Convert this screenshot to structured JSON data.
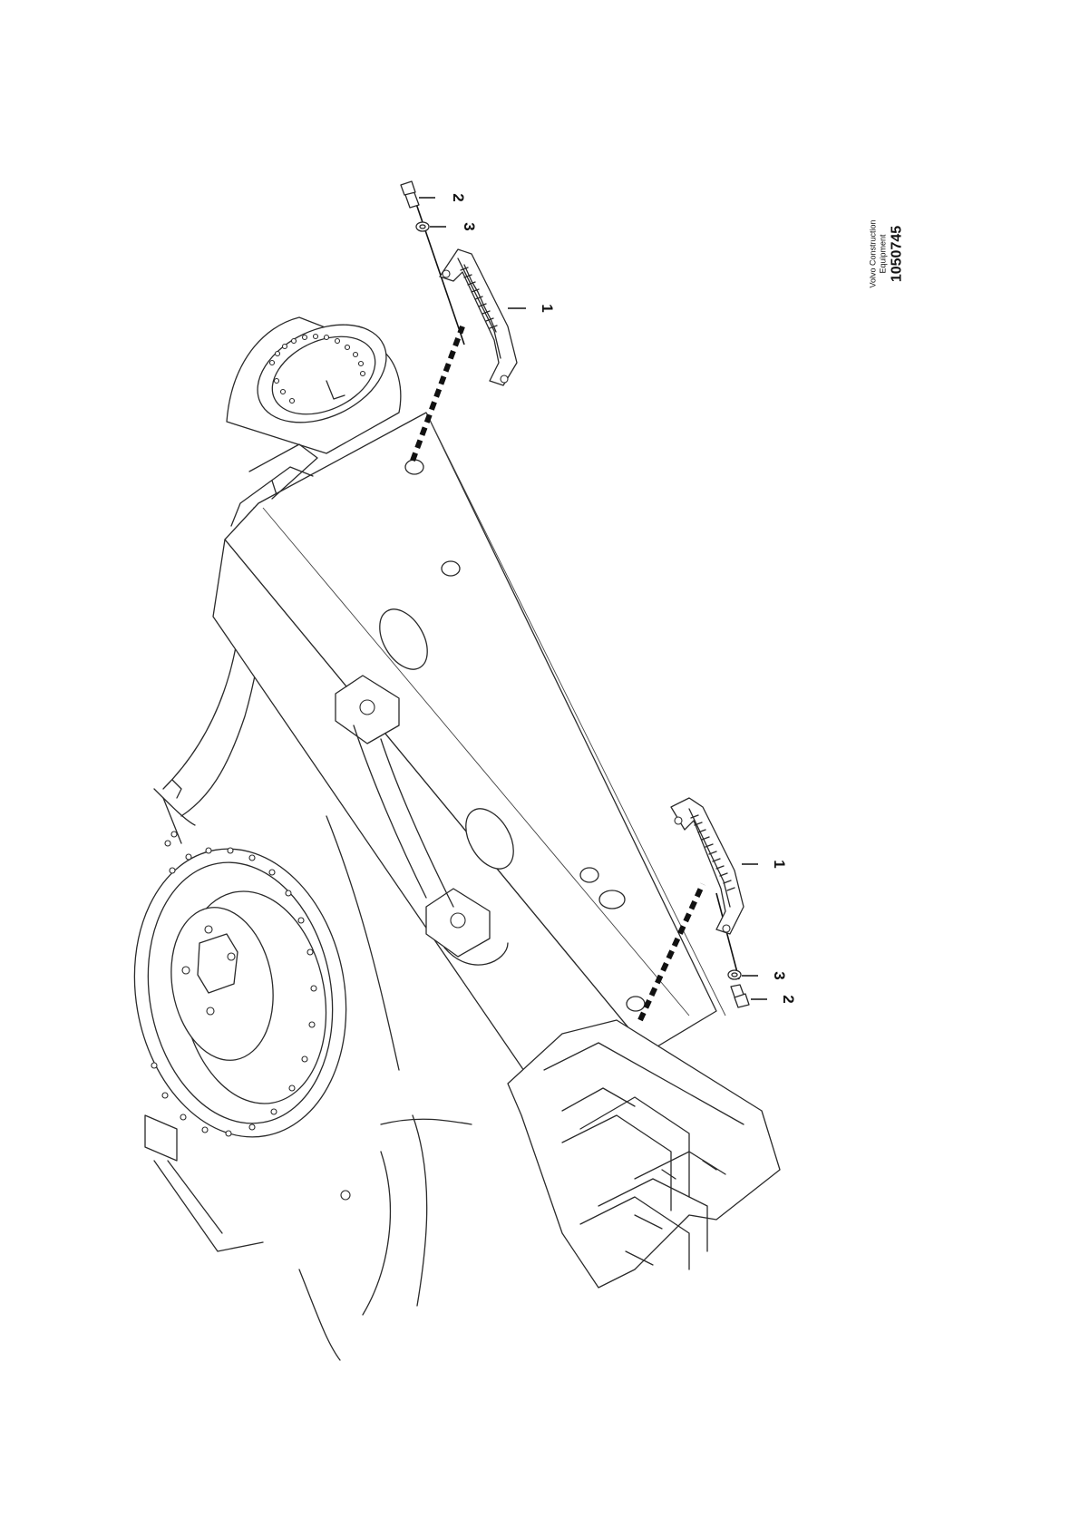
{
  "callouts": {
    "upper_step": "1",
    "upper_screw": "2",
    "upper_washer": "3",
    "lower_step": "1",
    "lower_screw": "2",
    "lower_washer": "3"
  },
  "title_block": {
    "company_line1": "Volvo Construction",
    "company_line2": "Equipment",
    "drawing_number": "1050745"
  }
}
